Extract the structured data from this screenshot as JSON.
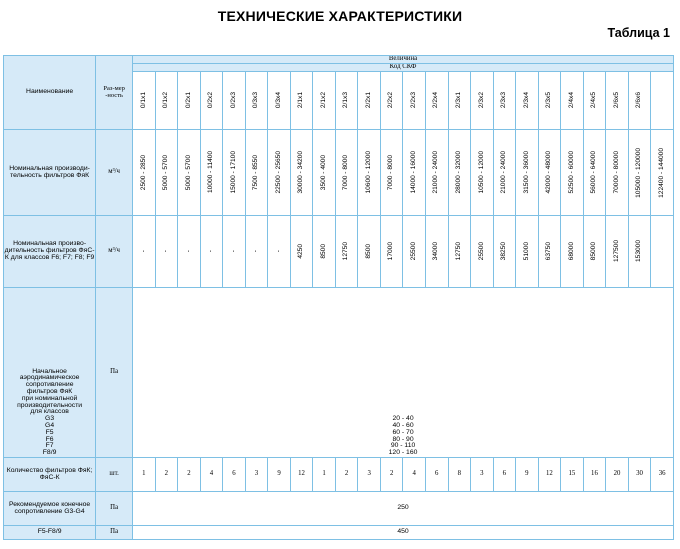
{
  "title": "ТЕХНИЧЕСКИЕ ХАРАКТЕРИСТИКИ",
  "table_label": "Таблица 1",
  "header": {
    "name_col": "Наименование",
    "unit_col": "Раз-мер-ность",
    "value_group": "Величина",
    "code_label": "Код СКФ"
  },
  "codes": [
    "0/1x1",
    "0/1x2",
    "0/2x1",
    "0/2x2",
    "0/2x3",
    "0/3x3",
    "0/3x4",
    "2/1x1",
    "2/1x2",
    "2/1x3",
    "2/2x1",
    "2/2x2",
    "2/2x3",
    "2/2x4",
    "2/3x1",
    "2/3x2",
    "2/3x3",
    "2/3x4",
    "2/3x5",
    "2/4x4",
    "2/4x5",
    "2/6x5",
    "2/6x6"
  ],
  "rows": {
    "nominal_fyak": {
      "name": "Номинальная производи-тельность фильтров ФяК",
      "unit": "м³/ч",
      "values": [
        "2500 - 2850",
        "5000 - 5700",
        "5000 - 5700",
        "10000 - 11400",
        "15000 - 17100",
        "7500 - 8550",
        "22500 - 25650",
        "30000 - 34200",
        "3500 - 4000",
        "7000 - 8000",
        "10600 - 12000",
        "7000 - 8000",
        "14000 - 16000",
        "21000 - 24000",
        "28000 - 32000",
        "10500 - 12000",
        "21000 - 24000",
        "31500 - 36000",
        "42000 - 48000",
        "52500 - 60000",
        "56000 - 64000",
        "70000 - 80000",
        "105000 - 120000",
        "122400 - 144000"
      ]
    },
    "nominal_fyask": {
      "name": "Номинальная произво-дительность фильтров ФяС-К для классов F6; F7; F8; F9",
      "unit": "м³/ч",
      "values": [
        "-",
        "-",
        "-",
        "-",
        "-",
        "-",
        "-",
        "4250",
        "8500",
        "12750",
        "8500",
        "17000",
        "25500",
        "34000",
        "12750",
        "25500",
        "38250",
        "51000",
        "63750",
        "68000",
        "85000",
        "127500",
        "153000"
      ]
    },
    "resistance": {
      "name_lines": [
        "Начальное",
        "аэродинамическое",
        "сопротивление",
        "фильтров ФяК",
        "при номинальной",
        "производительности",
        "для классов",
        "G3",
        "G4",
        "F5",
        "F6",
        "F7",
        "F8/9"
      ],
      "unit": "Па",
      "values": [
        "20 - 40",
        "40 - 60",
        "60 - 70",
        "80 - 90",
        "90 - 110",
        "120 - 160"
      ]
    },
    "count": {
      "name": "Количество фильтров ФяК; ФяС-К",
      "unit": "шт.",
      "values": [
        "1",
        "2",
        "2",
        "4",
        "6",
        "3",
        "9",
        "12",
        "1",
        "2",
        "3",
        "2",
        "4",
        "6",
        "8",
        "3",
        "6",
        "9",
        "12",
        "15",
        "16",
        "20",
        "30",
        "36"
      ]
    },
    "final_g": {
      "name": "Рекомендуемое конечное сопротивление G3-G4",
      "unit": "Па",
      "value": "250"
    },
    "final_f": {
      "name": "F5-F8/9",
      "unit": "Па",
      "value": "450"
    }
  },
  "colors": {
    "cell_fill": "#d6eaf8",
    "border": "#7ec0e4",
    "inner_fill": "#ffffff"
  }
}
